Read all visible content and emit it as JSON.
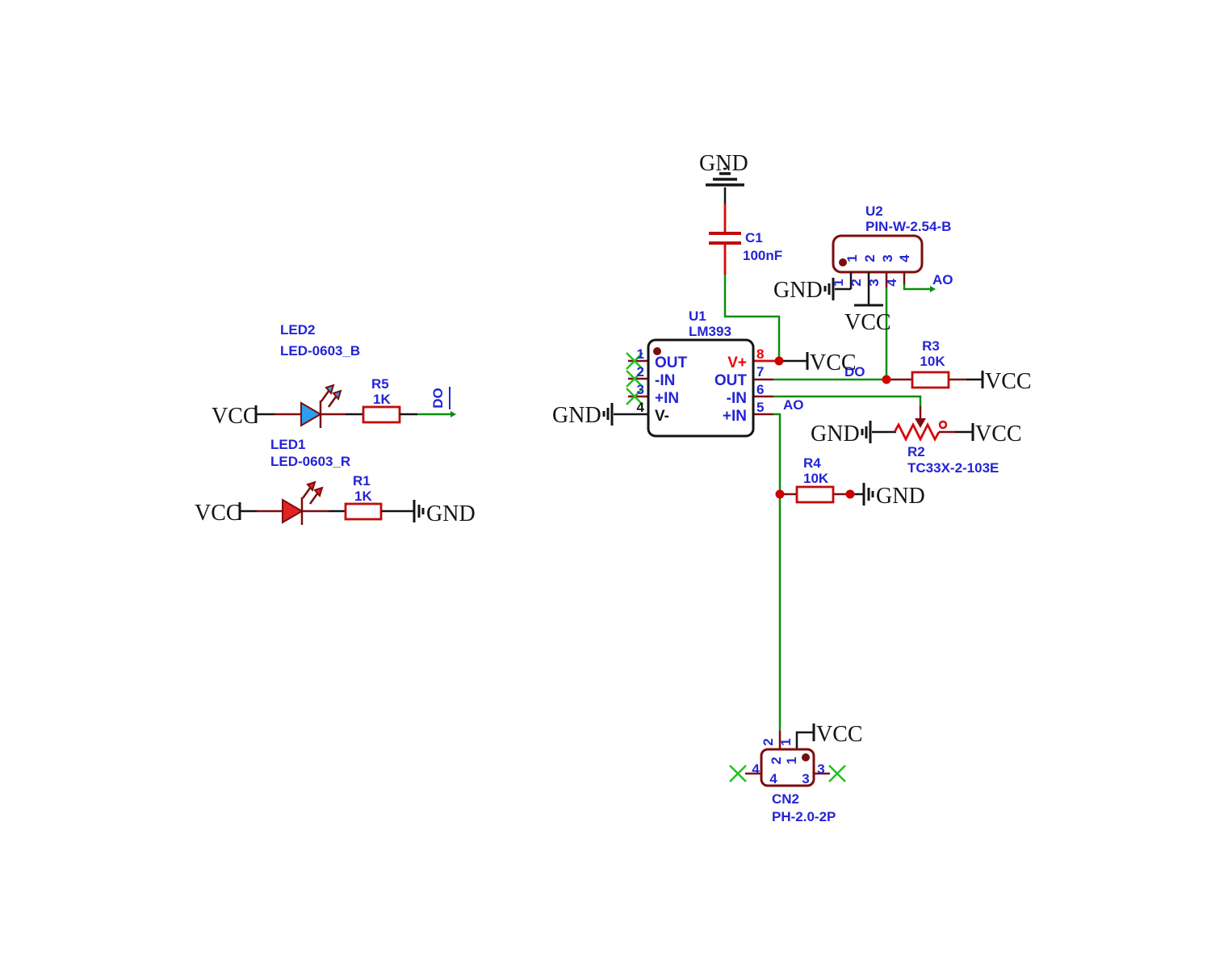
{
  "nets": {
    "vcc": "VCC",
    "gnd": "GND",
    "do": "DO",
    "ao": "AO"
  },
  "colors": {
    "wire_green": "#0a8f0a",
    "nc_green": "#21c121",
    "component_red": "#c00c0c",
    "dark_red": "#7c0d0d",
    "pin8_red": "#ee0000",
    "junction_red": "#cc0000",
    "label_blue": "#2424d6",
    "text_black": "#141414",
    "led_blue": "#2e9df0",
    "led_red": "#e32222"
  },
  "components": {
    "u1": {
      "ref": "U1",
      "part": "LM393",
      "left_pins": [
        {
          "num": "1",
          "label": "OUT"
        },
        {
          "num": "2",
          "label": "-IN"
        },
        {
          "num": "3",
          "label": "+IN"
        },
        {
          "num": "4",
          "label": "V-"
        }
      ],
      "right_pins": [
        {
          "num": "8",
          "label": "V+"
        },
        {
          "num": "7",
          "label": "OUT"
        },
        {
          "num": "6",
          "label": "-IN"
        },
        {
          "num": "5",
          "label": "+IN"
        }
      ]
    },
    "u2": {
      "ref": "U2",
      "part": "PIN-W-2.54-B",
      "pins": [
        "1",
        "2",
        "3",
        "4"
      ]
    },
    "cn2": {
      "ref": "CN2",
      "part": "PH-2.0-2P",
      "top_pins": [
        "2",
        "1"
      ],
      "bottom_pins": [
        "4",
        "3"
      ]
    },
    "c1": {
      "ref": "C1",
      "value": "100nF"
    },
    "r1": {
      "ref": "R1",
      "value": "1K"
    },
    "r2": {
      "ref": "R2",
      "value": "TC33X-2-103E"
    },
    "r3": {
      "ref": "R3",
      "value": "10K"
    },
    "r4": {
      "ref": "R4",
      "value": "10K"
    },
    "r5": {
      "ref": "R5",
      "value": "1K"
    },
    "led1": {
      "ref": "LED1",
      "part": "LED-0603_R"
    },
    "led2": {
      "ref": "LED2",
      "part": "LED-0603_B"
    }
  }
}
